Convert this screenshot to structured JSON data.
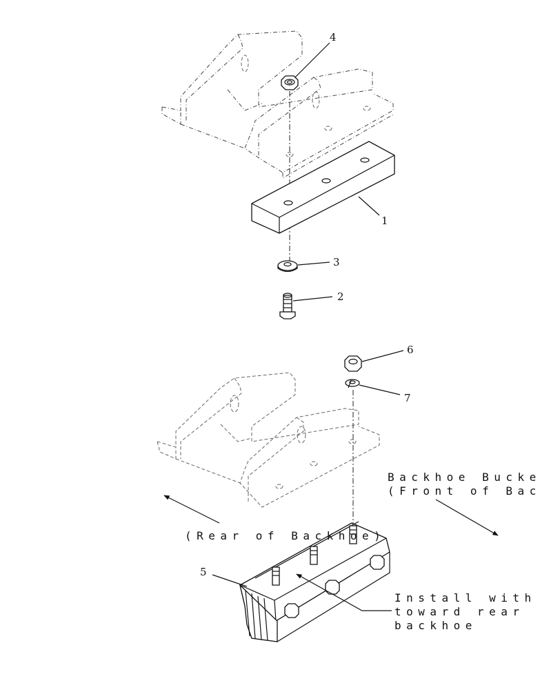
{
  "callouts": {
    "c1": "1",
    "c2": "2",
    "c3": "3",
    "c4": "4",
    "c5": "5",
    "c6": "6",
    "c7": "7"
  },
  "notes": {
    "bucket_line1": "Backhoe Bucke",
    "bucket_line2": "(Front of Bac",
    "rear": "(Rear of Backhoe)",
    "install_line1": "Install with",
    "install_line2": "toward rear",
    "install_line3": "backhoe"
  }
}
